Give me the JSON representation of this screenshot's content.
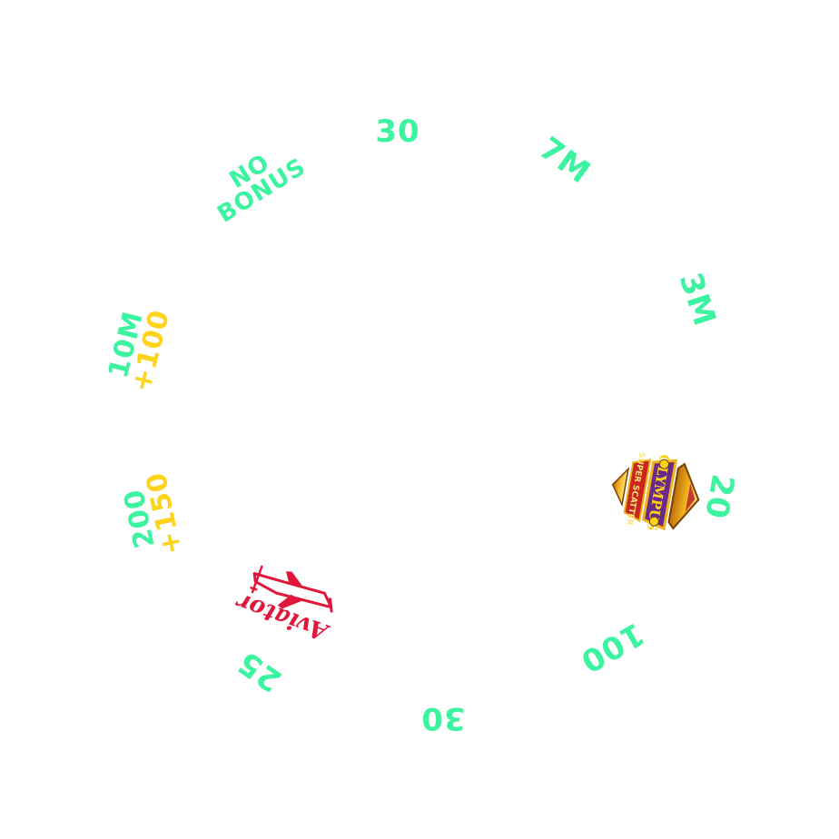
{
  "wheel": {
    "segments": {
      "top_30": "30",
      "seven_m": "7M",
      "three_m": "3M",
      "twenty": "20",
      "hundred": "100",
      "bottom_30": "30",
      "twenty_five": "25",
      "two_hundred": {
        "main": "200",
        "bonus": "+150"
      },
      "ten_m": {
        "main": "10M",
        "bonus": "+100"
      },
      "no_bonus": {
        "line1": "NO",
        "line2": "BONUS"
      }
    },
    "logos": {
      "gates_of_olympus": "Gates of Olympus Super Scatter",
      "aviator": "Aviator"
    },
    "colors": {
      "prize_text": "#3cf4a0",
      "bonus_text": "#ffd21c",
      "aviator_red": "#e0173a",
      "olympus_gold": "#f0b21c",
      "olympus_purple": "#6a2a8a"
    }
  }
}
